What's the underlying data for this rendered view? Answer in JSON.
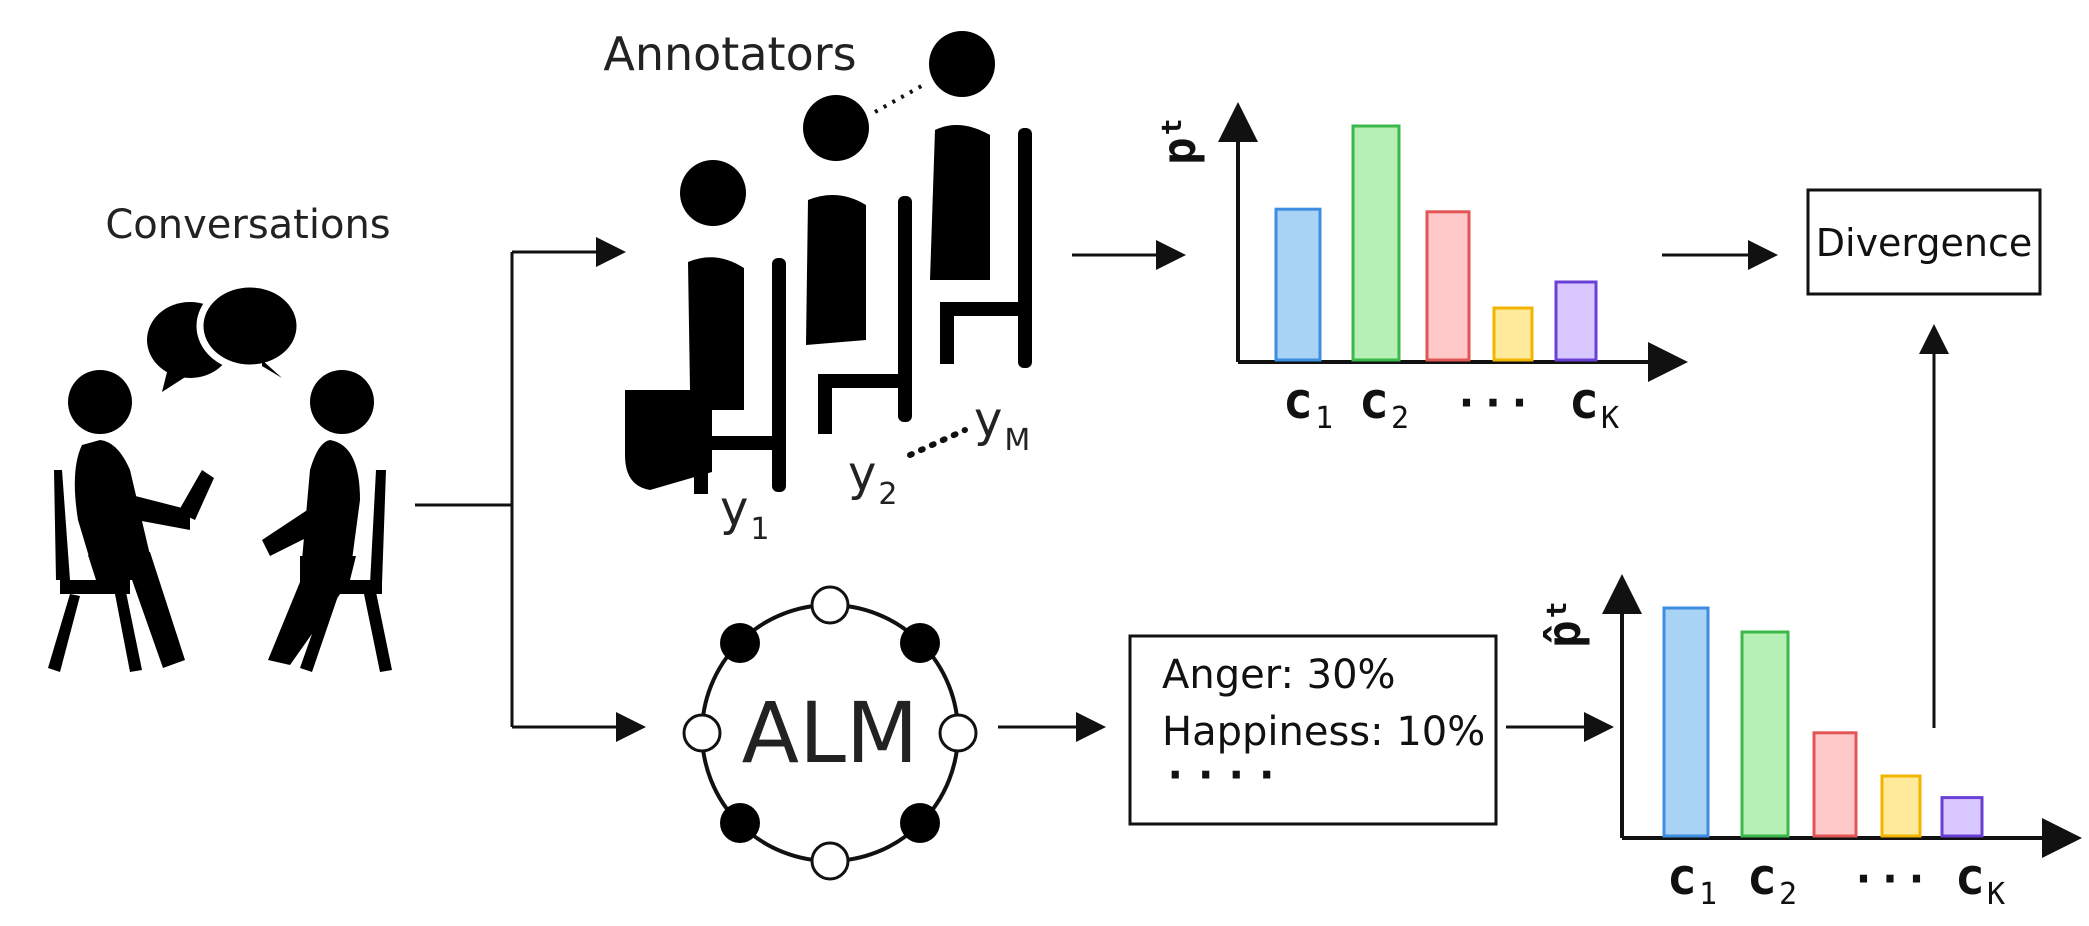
{
  "labels": {
    "conversations": "Conversations",
    "annotators": "Annotators",
    "alm": "ALM",
    "divergence": "Divergence"
  },
  "annotator_labels": {
    "y1_base": "y",
    "y1_sub": "1",
    "y2_base": "y",
    "y2_sub": "2",
    "yM_base": "y",
    "yM_sub": "M"
  },
  "alm_output": {
    "line1": "Anger: 30%",
    "line2": "Happiness: 10%",
    "line3": "····"
  },
  "colors": {
    "blue_fill": "#a9d3f5",
    "blue_stroke": "#3d8ee0",
    "green_fill": "#b6f0b6",
    "green_stroke": "#3cb84a",
    "red_fill": "#ffc9c9",
    "red_stroke": "#e25555",
    "yellow_fill": "#ffe99a",
    "yellow_stroke": "#f1b400",
    "purple_fill": "#d9c8ff",
    "purple_stroke": "#6a40d4"
  },
  "chart_data": [
    {
      "type": "bar",
      "ylabel": "p",
      "ylabel_sub": "t",
      "categories": [
        "c1",
        "c2",
        "···",
        "cK"
      ],
      "tick_labels": [
        {
          "base": "c",
          "sub": "1"
        },
        {
          "base": "c",
          "sub": "2"
        },
        {
          "base": "···",
          "sub": ""
        },
        {
          "base": "c",
          "sub": "K"
        }
      ],
      "values": [
        0.58,
        0.9,
        0.57,
        0.2,
        0.3
      ],
      "bar_colors": [
        "blue",
        "green",
        "red",
        "yellow",
        "purple"
      ]
    },
    {
      "type": "bar",
      "ylabel": "p̂",
      "ylabel_sub": "t",
      "categories": [
        "c1",
        "c2",
        "···",
        "cK"
      ],
      "tick_labels": [
        {
          "base": "c",
          "sub": "1"
        },
        {
          "base": "c",
          "sub": "2"
        },
        {
          "base": "···",
          "sub": ""
        },
        {
          "base": "c",
          "sub": "K"
        }
      ],
      "values": [
        0.95,
        0.85,
        0.43,
        0.25,
        0.16
      ],
      "bar_colors": [
        "blue",
        "green",
        "red",
        "yellow",
        "purple"
      ]
    }
  ]
}
